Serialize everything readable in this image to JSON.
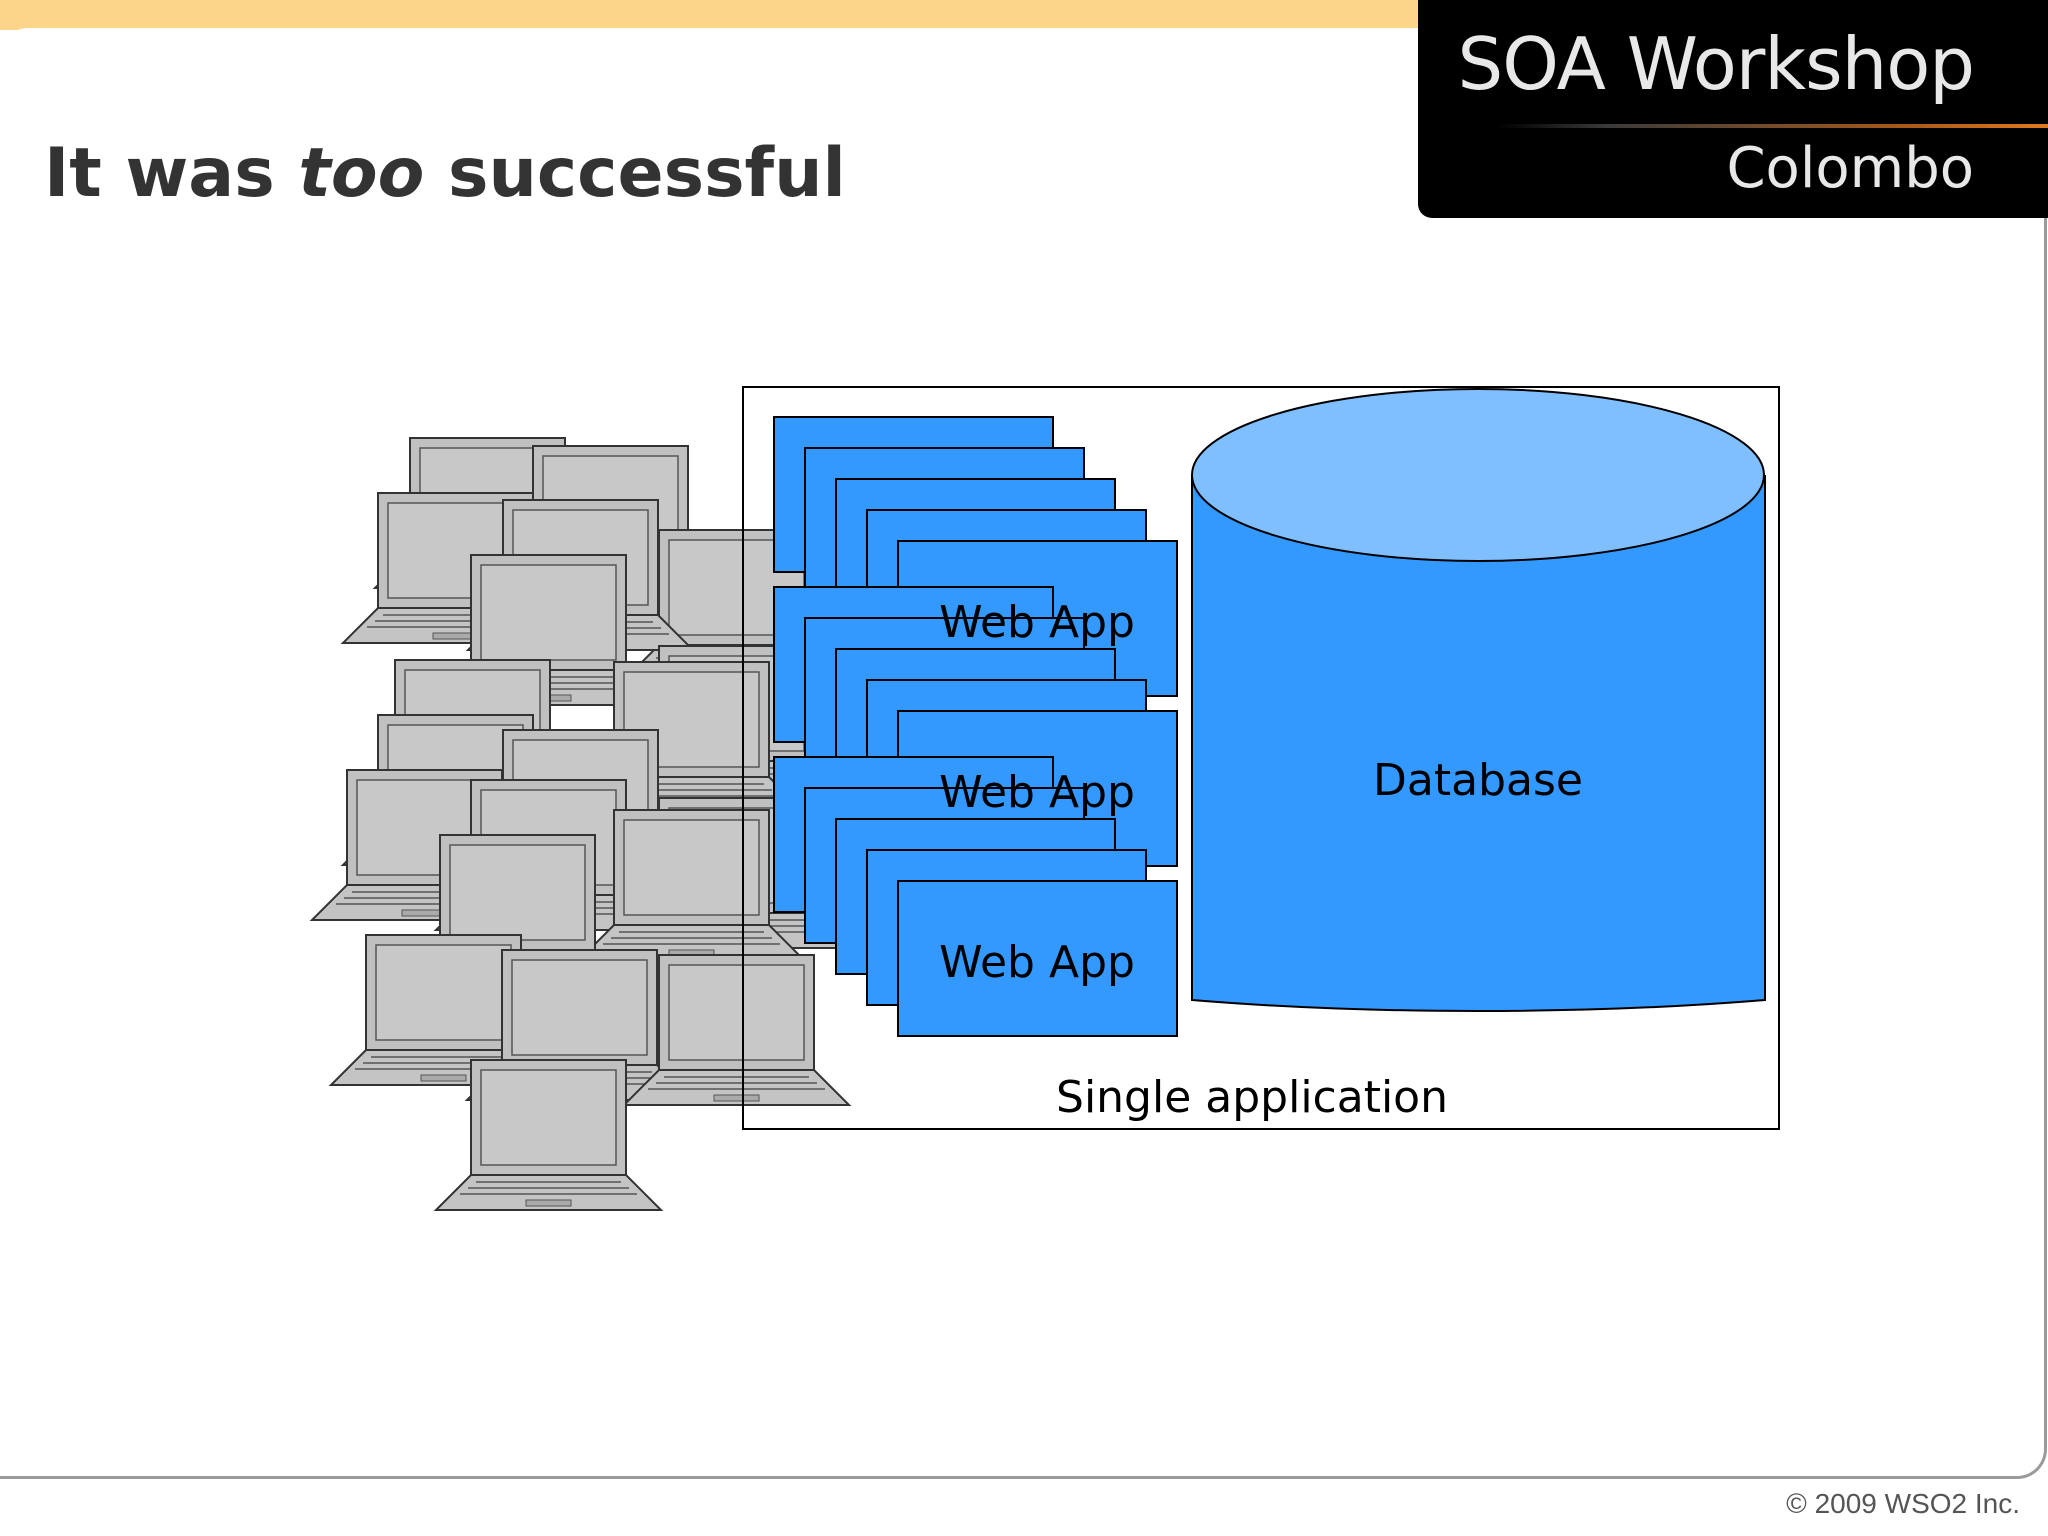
{
  "header": {
    "title_parts": [
      "It was ",
      "too",
      " successful"
    ],
    "brand_title": "SOA Workshop",
    "brand_subtitle": "Colombo"
  },
  "diagram": {
    "web_app_labels": [
      "Web App",
      "Web App",
      "Web App"
    ],
    "database_label": "Database",
    "container_label": "Single application"
  },
  "footer": {
    "copyright": "© 2009 WSO2 Inc."
  },
  "colors": {
    "accent_bar": "#fcd58a",
    "box_blue": "#3399ff",
    "cylinder_top": "#80bfff",
    "laptop_gray": "#c0c0c0"
  }
}
